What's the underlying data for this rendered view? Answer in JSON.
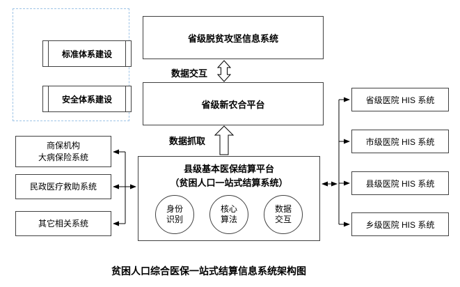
{
  "diagram": {
    "caption": "贫困人口综合医保一站式结算信息系统架构图",
    "standard_box": "标准体系建设",
    "security_box": "安全体系建设",
    "top_box": "省级脱贫攻坚信息系统",
    "middle_box": "省级新农合平台",
    "labels": {
      "data_exchange": "数据交互",
      "data_capture": "数据抓取"
    },
    "center_box": {
      "title_line1": "县级基本医保结算平台",
      "title_line2": "（贫困人口一站式结算系统）",
      "circles": [
        "身份识别",
        "核心算法",
        "数据交互"
      ]
    },
    "left_boxes": [
      {
        "lines": [
          "商保机构",
          "大病保险系统"
        ]
      },
      {
        "lines": [
          "民政医疗救助系统"
        ]
      },
      {
        "lines": [
          "其它相关系统"
        ]
      }
    ],
    "right_boxes": [
      "省级医院 HIS 系统",
      "市级医院 HIS 系统",
      "县级医院 HIS 系统",
      "乡级医院 HIS 系统"
    ],
    "colors": {
      "dashed_border": "#9dc3e6",
      "box_border": "#404040",
      "line": "#000000"
    }
  }
}
